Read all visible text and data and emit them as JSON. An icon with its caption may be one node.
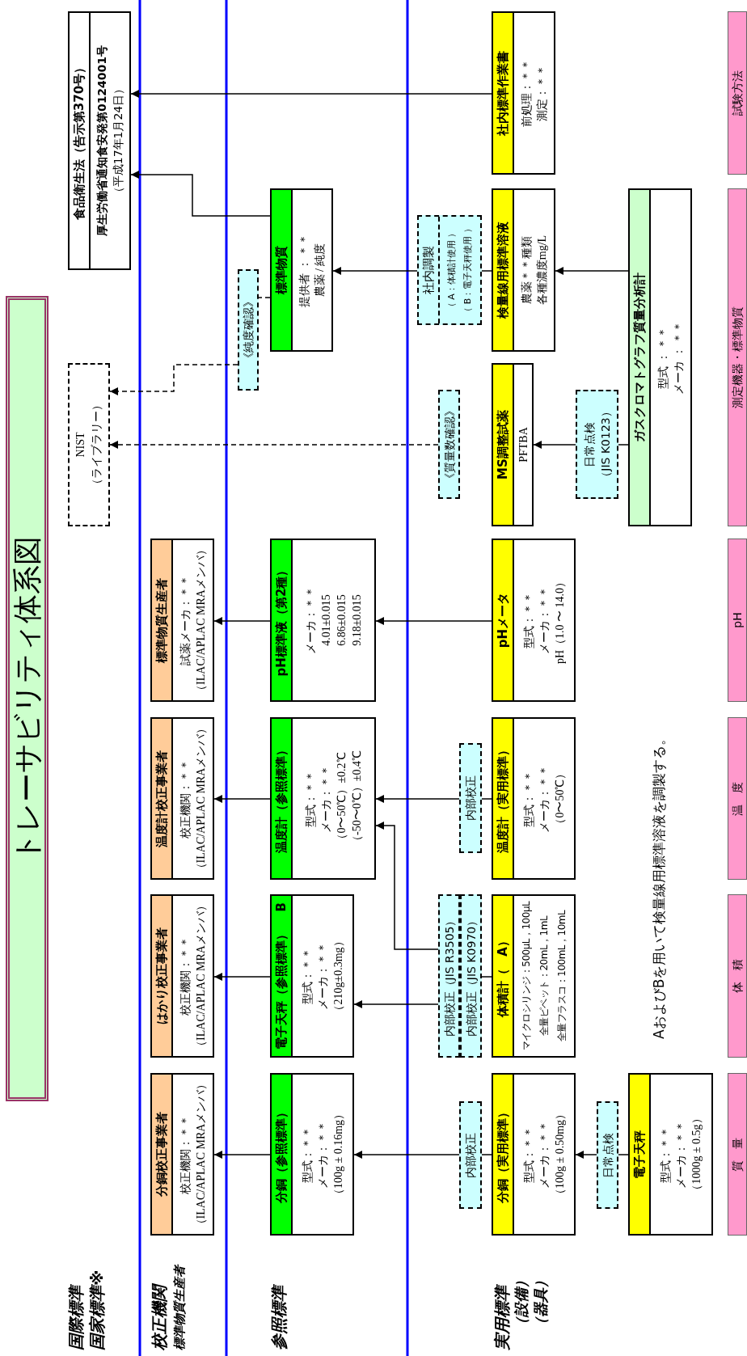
{
  "diagram": {
    "title": "トレーサビリティ体系図",
    "nodes": [
      {
        "text": [
          "食品衛生法（告示第370号）",
          "厚生労働省通知食安発第0124001号",
          "（平成17年1月24日）"
        ]
      },
      {
        "text": [
          "NIST",
          "（ライブラリー）"
        ]
      },
      {
        "text": [
          "分銅校正事業者",
          "校正機関：＊＊",
          "（ILAC/APLAC MRAメンバ）"
        ]
      },
      {
        "text": [
          "はかり校正事業者",
          "校正機関：＊＊",
          "（ILAC/APLAC MRAメンバ）"
        ]
      },
      {
        "text": [
          "温度計校正事業者",
          "校正機関：＊＊",
          "（ILAC/APLAC MRAメンバ）"
        ]
      },
      {
        "text": [
          "標準物質生産者",
          "試薬メーカ：＊＊",
          "（ILAC/APLAC MRAメンバ）"
        ]
      },
      {
        "text": [
          "分銅（参照標準）",
          "型式：＊＊",
          "メーカ：＊＊",
          "（100g ± 0.16mg）"
        ]
      },
      {
        "text": [
          "電子天秤（参照標準）",
          "B",
          "型式：＊＊",
          "メーカ：＊＊",
          "（210g±0.3mg）"
        ]
      },
      {
        "text": [
          "温度計（参照標準）",
          "型式：＊＊",
          "メーカ：＊＊",
          "（0〜50℃）±0.2℃",
          "（-50〜0℃）±0.4℃"
        ]
      },
      {
        "text": [
          "pH標準液（第2種）",
          "メーカ：＊＊",
          "4.01±0.015",
          "6.86±0.015",
          "9.18±0.015"
        ]
      },
      {
        "text": [
          "標準物質",
          "提供者 ： ＊＊",
          "農薬 / 純度"
        ]
      },
      {
        "text": [
          "《純度確認》"
        ]
      },
      {
        "text": [
          "《質量数確認》"
        ]
      },
      {
        "text": [
          "MS調整試薬",
          "PFTBA"
        ]
      },
      {
        "text": [
          "社内調製",
          "（ A：体積計使用 ）",
          "（ B：電子天秤使用 ）"
        ]
      },
      {
        "text": [
          "内部校正"
        ]
      },
      {
        "text": [
          "内部校正（JIS R3505）"
        ]
      },
      {
        "text": [
          "内部校正（JIS K0970）"
        ]
      },
      {
        "text": [
          "内部校正"
        ]
      },
      {
        "text": [
          "分銅（実用標準）",
          "型式：＊＊",
          "メーカ：＊＊",
          "（100g ± 0.50mg）"
        ]
      },
      {
        "text": [
          "体積計（　A）",
          "マイクロシリンジ：500μL，100μL",
          "全量ピペット：20mL，1mL",
          "全量フラスコ：100mL，10mL"
        ]
      },
      {
        "text": [
          "温度計（実用標準）",
          "型式：＊＊",
          "メーカ：＊＊",
          "（0〜50℃）"
        ]
      },
      {
        "text": [
          "pHメータ",
          "型式：＊＊",
          "メーカ：＊＊",
          "pH（1.0 〜 14.0）"
        ]
      },
      {
        "text": [
          "検量線用標準溶液",
          "農薬＊＊種類",
          "各種濃度mg/L"
        ]
      },
      {
        "text": [
          "社内標準作業書",
          "前処理：＊＊",
          "測定：＊＊"
        ]
      },
      {
        "text": [
          "日常点検"
        ]
      },
      {
        "text": [
          "日常点検",
          "（JIS K0123）"
        ]
      },
      {
        "text": [
          "電子天秤",
          "型式：＊＊",
          "メーカ：＊＊",
          "（1000g ± 0.5g）"
        ]
      },
      {
        "text": [
          "ガスクロマトグラフ質量分析計",
          "型式 ： ＊＊",
          "メーカ ： ＊＊"
        ]
      },
      {
        "text": [
          "質　量"
        ]
      },
      {
        "text": [
          "体　積"
        ]
      },
      {
        "text": [
          "温　度"
        ]
      },
      {
        "text": [
          "pH"
        ]
      },
      {
        "text": [
          "測定機器・標準物質"
        ]
      },
      {
        "text": [
          "試験方法"
        ]
      }
    ],
    "edges": [
      {
        "from": 6,
        "to": 2,
        "arrow": "to"
      },
      {
        "from": 7,
        "to": 3,
        "arrow": "to"
      },
      {
        "from": 8,
        "to": 4,
        "arrow": "to"
      },
      {
        "from": 9,
        "to": 5,
        "arrow": "to"
      },
      {
        "from": 19,
        "to": 15,
        "arrow": "none"
      },
      {
        "from": 15,
        "to": 6,
        "arrow": "to"
      },
      {
        "from": 27,
        "to": 25,
        "arrow": "none"
      },
      {
        "from": 25,
        "to": 19,
        "arrow": "to"
      },
      {
        "from": 20,
        "to": 17,
        "arrow": "none"
      },
      {
        "from": 16,
        "to": 7,
        "arrow": "to"
      },
      {
        "from": 16,
        "to": 8,
        "arrow": "to"
      },
      {
        "from": 21,
        "to": 18,
        "arrow": "none"
      },
      {
        "from": 18,
        "to": 8,
        "arrow": "to"
      },
      {
        "from": 22,
        "to": 9,
        "arrow": "to"
      },
      {
        "from": 10,
        "to": 0,
        "arrow": "to"
      },
      {
        "from": 24,
        "to": 0,
        "arrow": "to"
      },
      {
        "from": 23,
        "to": 14,
        "arrow": "none"
      },
      {
        "from": 14,
        "to": 10,
        "arrow": "to"
      },
      {
        "from": 28,
        "to": 23,
        "arrow": "to"
      },
      {
        "from": 28,
        "to": 26,
        "arrow": "none"
      },
      {
        "from": 26,
        "to": 13,
        "arrow": "to"
      },
      {
        "from": 12,
        "to": 1,
        "arrow": "to",
        "style": "dashed"
      },
      {
        "from": 10,
        "to": 11,
        "arrow": "none",
        "style": "dashed"
      },
      {
        "from": 11,
        "to": 1,
        "arrow": "to",
        "style": "dashed"
      }
    ],
    "labels": [
      "国際標準",
      "国家標準※",
      "校正機関",
      "標準物質生産者",
      "参照標準",
      "実用標準",
      "（設備）",
      "（器具）",
      "AおよびBを用いて検量線用標準溶液を調製する。"
    ]
  }
}
